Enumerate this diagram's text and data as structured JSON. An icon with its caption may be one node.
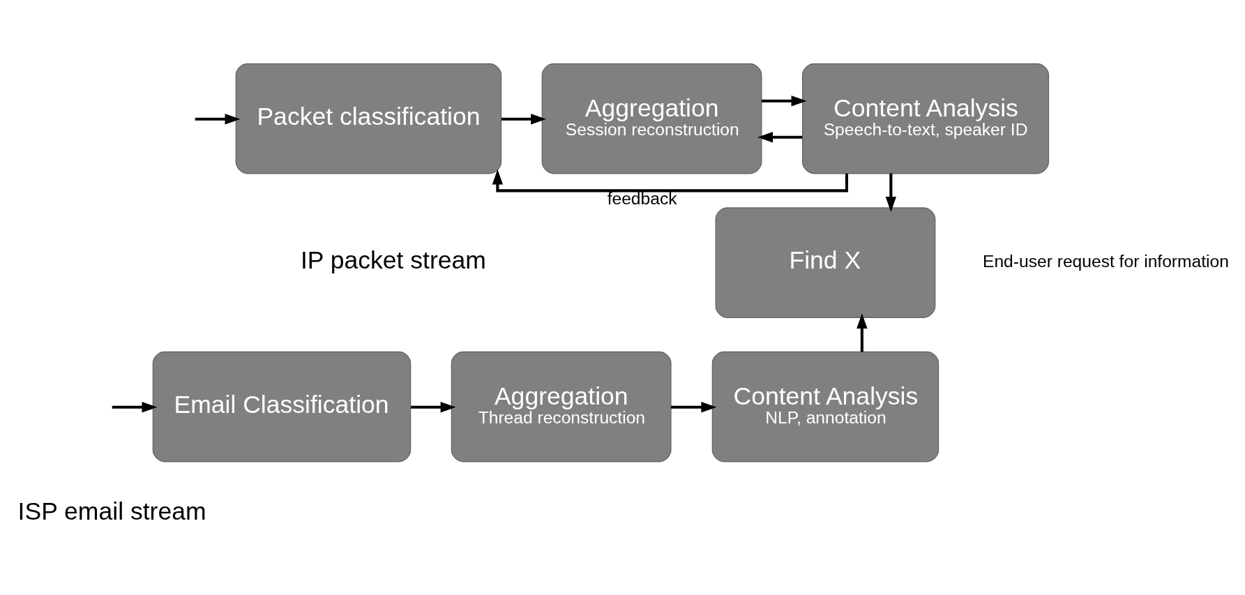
{
  "diagram": {
    "nodes": [
      {
        "text": [
          "Packet classification"
        ]
      },
      {
        "text": [
          "Aggregation",
          "Session reconstruction"
        ]
      },
      {
        "text": [
          "Content Analysis",
          "Speech-to-text, speaker ID"
        ]
      },
      {
        "text": [
          "Find X"
        ],
        "beside": [
          "End-user request for information"
        ]
      },
      {
        "text": [
          "Email Classification"
        ]
      },
      {
        "text": [
          "Aggregation",
          "Thread reconstruction"
        ]
      },
      {
        "text": [
          "Content Analysis",
          "NLP, annotation"
        ]
      }
    ],
    "edges": [
      {
        "from": null,
        "to": 0,
        "arrow": "to"
      },
      {
        "from": 0,
        "to": 1,
        "arrow": "to"
      },
      {
        "from": 1,
        "to": 2,
        "arrow": "to"
      },
      {
        "from": 2,
        "to": 0,
        "arrow": "to",
        "label": "feedback"
      },
      {
        "from": 2,
        "to": 1,
        "arrow": "to"
      },
      {
        "from": 2,
        "to": 3,
        "arrow": "to"
      },
      {
        "from": null,
        "to": 4,
        "arrow": "to"
      },
      {
        "from": 4,
        "to": 5,
        "arrow": "to"
      },
      {
        "from": 5,
        "to": 6,
        "arrow": "to"
      },
      {
        "from": 6,
        "to": 3,
        "arrow": "to"
      }
    ],
    "labels": [
      "IP packet stream",
      "ISP email stream"
    ]
  }
}
